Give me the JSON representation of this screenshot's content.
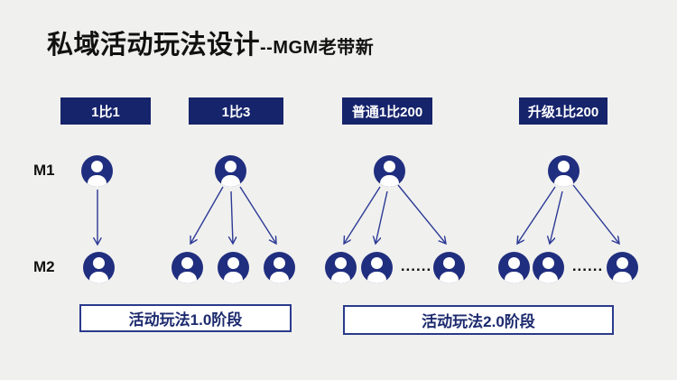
{
  "title": {
    "main": "私域活动玩法设计",
    "sub": "--MGM老带新"
  },
  "columns": [
    {
      "header": "1比1",
      "m1_icons": 1,
      "m2_icons": 1,
      "ellipsis": false
    },
    {
      "header": "1比3",
      "m1_icons": 1,
      "m2_icons": 3,
      "ellipsis": false
    },
    {
      "header": "普通1比200",
      "m1_icons": 1,
      "m2_icons": 3,
      "ellipsis": true
    },
    {
      "header": "升级1比200",
      "m1_icons": 1,
      "m2_icons": 3,
      "ellipsis": true
    }
  ],
  "rows": {
    "m1": "M1",
    "m2": "M2"
  },
  "ellipsis": "......",
  "stages": [
    {
      "label": "活动玩法1.0阶段"
    },
    {
      "label": "活动玩法2.0阶段"
    }
  ],
  "icons": {
    "user_icon": "person silhouette in filled circle"
  },
  "colors": {
    "background": "#f0f0ee",
    "header_navy": "#16246b",
    "icon_blue": "#202e7f",
    "arrow_blue": "#2c3a96",
    "stage_border": "#2a3a8c",
    "stage_text": "#1c2a6e",
    "title_text": "#111111"
  }
}
